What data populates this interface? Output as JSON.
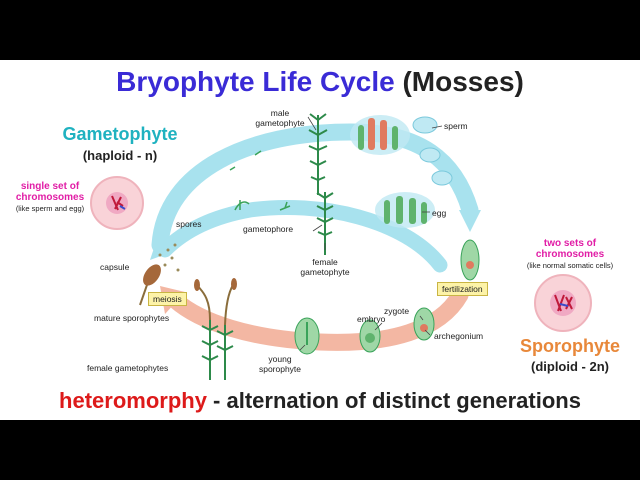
{
  "title": {
    "main": "Bryophyte Life Cycle",
    "paren": "(Mosses)"
  },
  "gametophyte": {
    "heading": "Gametophyte",
    "sub": "(haploid - n)"
  },
  "sporophyte": {
    "heading": "Sporophyte",
    "sub": "(diploid - 2n)"
  },
  "haploid_note": {
    "line1": "single set of",
    "line2": "chromosomes",
    "sub": "(like sperm and egg)"
  },
  "diploid_note": {
    "line1": "two sets of",
    "line2": "chromosomes",
    "sub": "(like normal somatic cells)"
  },
  "labels": {
    "male_gametophyte_1": "male",
    "male_gametophyte_2": "gametophyte",
    "sperm": "sperm",
    "egg": "egg",
    "spores": "spores",
    "gametophore": "gametophore",
    "female_gametophyte_1": "female",
    "female_gametophyte_2": "gametophyte",
    "capsule": "capsule",
    "meiosis": "meiosis",
    "fertilization": "fertilization",
    "mature_sporophytes": "mature sporophytes",
    "female_gametophytes": "female gametophytes",
    "young_sporophyte_1": "young",
    "young_sporophyte_2": "sporophyte",
    "embryo": "embryo",
    "zygote": "zygote",
    "archegonium": "archegonium"
  },
  "bottom": {
    "term": "heteromorphy",
    "rest": " - alternation of distinct generations"
  },
  "colors": {
    "gametophyte_arrow": "#a8e2ee",
    "sporophyte_arrow": "#f3b7a3",
    "title_blue": "#3a2bd6",
    "cyan": "#1fb2c0",
    "orange": "#e8883a",
    "magenta": "#e11ea6",
    "red": "#dd1a1a"
  }
}
